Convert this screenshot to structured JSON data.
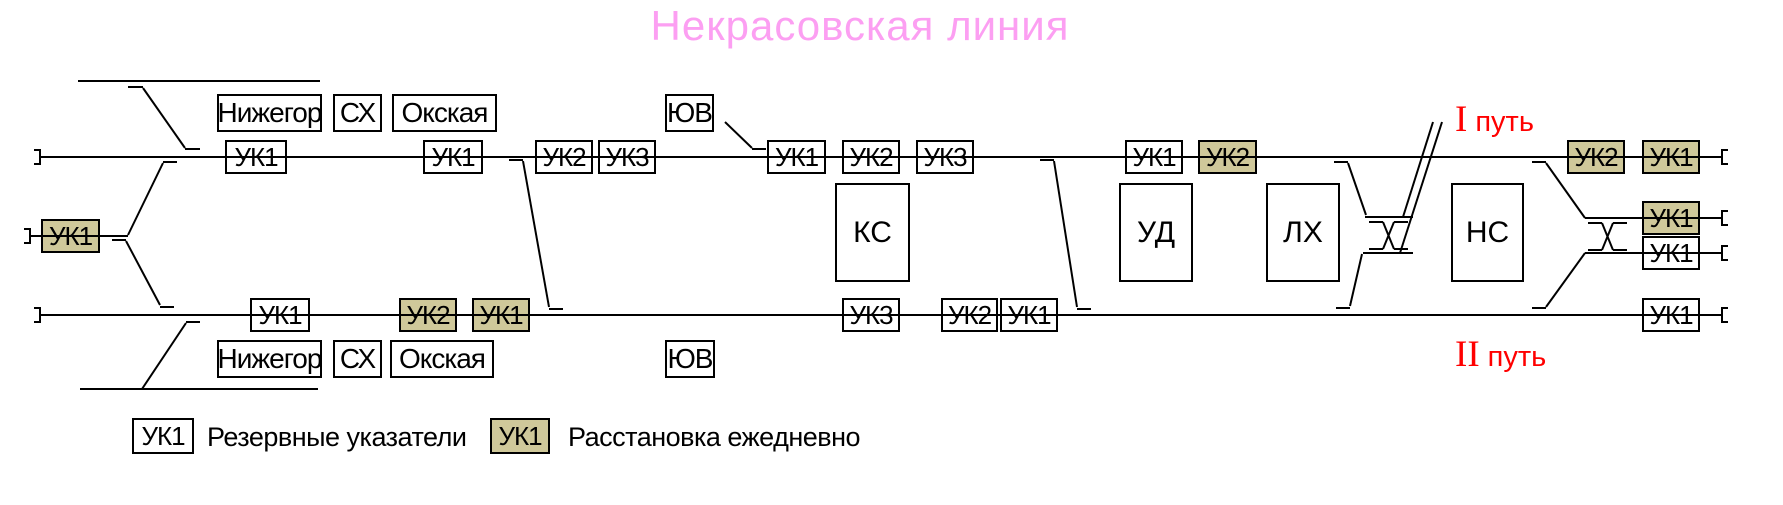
{
  "title": "Некрасовская линия",
  "colors": {
    "title": "#fc9ff2",
    "path_label": "#ff0000",
    "daily_fill": "#cfc89a",
    "line": "#000000"
  },
  "path_labels": [
    {
      "numeral": "I",
      "word": "путь"
    },
    {
      "numeral": "II",
      "word": "путь"
    }
  ],
  "stations_top": [
    "Нижегор",
    "СХ",
    "Окская",
    "ЮВ"
  ],
  "stations_bottom": [
    "Нижегор",
    "СХ",
    "Окская",
    "ЮВ"
  ],
  "buildings": [
    "КС",
    "УД",
    "ЛХ",
    "НС"
  ],
  "uk_track1": [
    "УК1",
    "УК1",
    "УК2",
    "УК3",
    "УК1",
    "УК2",
    "УК3",
    "УК1",
    "УК2",
    "УК2",
    "УК1"
  ],
  "uk_track2": [
    "УК1",
    "УК2",
    "УК1",
    "УК3",
    "УК2",
    "УК1",
    "УК1"
  ],
  "uk_stub": "УК1",
  "uk_pocket": [
    "УК1",
    "УК1"
  ],
  "legend": [
    {
      "marker": "УК1",
      "label": "Резервные указатели"
    },
    {
      "marker": "УК1",
      "label": "Расстановка ежедневно"
    }
  ]
}
